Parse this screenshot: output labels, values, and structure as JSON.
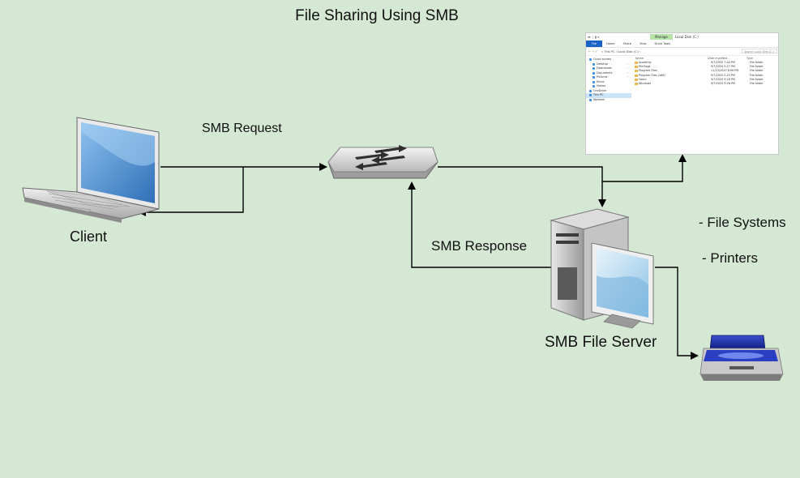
{
  "title": "File Sharing Using SMB",
  "labels": {
    "client": "Client",
    "smb_request": "SMB Request",
    "smb_response": "SMB Response",
    "server": "SMB File Server",
    "resource_1": "- File Systems",
    "resource_2": "- Printers"
  },
  "colors": {
    "background": "#d5e8d4",
    "connector": "#000000"
  },
  "icons": [
    "laptop-icon",
    "network-switch-icon",
    "server-computer-icon",
    "printer-icon"
  ],
  "explorer": {
    "title_manage": "Manage",
    "title_drive": "Local Disk (C:)",
    "ribbon": [
      "File",
      "Home",
      "Share",
      "View",
      "Drive Tools"
    ],
    "path": "« This PC › Local Disk (C:) ›",
    "search_placeholder": "Search Local Disk (C:)",
    "nav": [
      {
        "label": "Quick access",
        "sub": false,
        "pin": false
      },
      {
        "label": "Desktop",
        "sub": true,
        "pin": true
      },
      {
        "label": "Downloads",
        "sub": true,
        "pin": true
      },
      {
        "label": "Documents",
        "sub": true,
        "pin": true
      },
      {
        "label": "Pictures",
        "sub": true,
        "pin": true
      },
      {
        "label": "Music",
        "sub": true,
        "pin": false
      },
      {
        "label": "Videos",
        "sub": true,
        "pin": false
      },
      {
        "label": "OneDrive",
        "sub": false,
        "pin": false
      },
      {
        "label": "This PC",
        "sub": false,
        "pin": false,
        "selected": true
      },
      {
        "label": "Network",
        "sub": false,
        "pin": false
      }
    ],
    "columns": [
      "Name",
      "Date modified",
      "Type"
    ],
    "rows": [
      {
        "name": "Academy",
        "date": "9/7/2020 7:44 PM",
        "type": "File folder"
      },
      {
        "name": "PerfLogs",
        "date": "9/7/2020 5:27 PM",
        "type": "File folder"
      },
      {
        "name": "Program Files",
        "date": "11/13/2020 8:06 PM",
        "type": "File folder"
      },
      {
        "name": "Program Files (x86)",
        "date": "9/7/2020 5:23 PM",
        "type": "File folder"
      },
      {
        "name": "Users",
        "date": "9/7/2020 5:18 PM",
        "type": "File folder"
      },
      {
        "name": "Windows",
        "date": "9/7/2020 5:28 PM",
        "type": "File folder"
      }
    ]
  }
}
